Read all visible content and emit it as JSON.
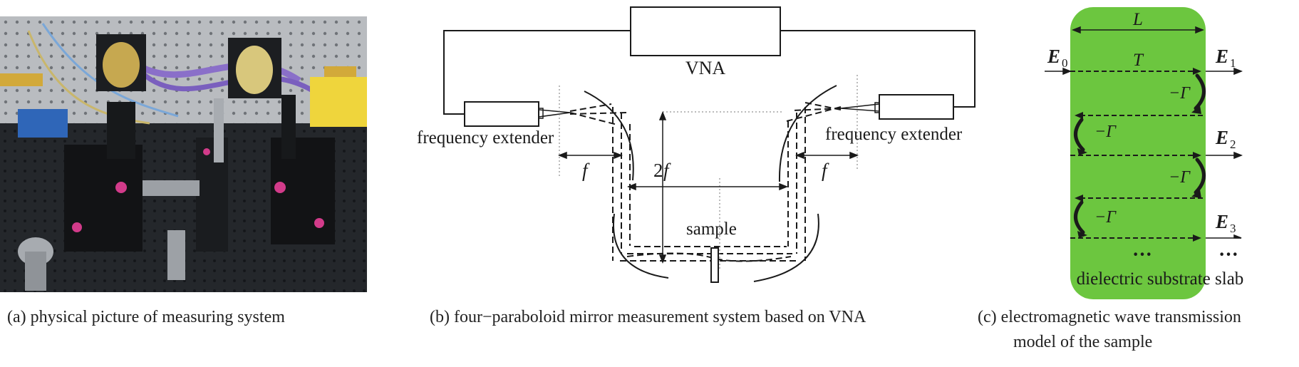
{
  "panel_a": {
    "caption": "(a) physical picture of measuring system"
  },
  "panel_b": {
    "caption": "(b) four−paraboloid mirror measurement system based on VNA",
    "vna_label": "VNA",
    "left_extender_label": "frequency extender",
    "right_extender_label": "frequency extender",
    "f_left": "f",
    "two_f_num": "2",
    "two_f_var": "f",
    "f_right": "f",
    "sample_label": "sample"
  },
  "panel_c": {
    "caption_line1": "(c) electromagnetic wave transmission",
    "caption_line2": "model of the sample",
    "slab_color": "#6cc63f",
    "length_label": "L",
    "E0_main": "E",
    "E0_sub": "0",
    "T_label": "T",
    "E1_main": "E",
    "E1_sub": "1",
    "E2_main": "E",
    "E2_sub": "2",
    "E3_main": "E",
    "E3_sub": "3",
    "gamma_1": "−Γ",
    "gamma_2": "−Γ",
    "gamma_3": "−Γ",
    "gamma_4": "−Γ",
    "dots_inside": "···",
    "dots_outside": "···",
    "slab_label": "dielectric substrate slab"
  }
}
